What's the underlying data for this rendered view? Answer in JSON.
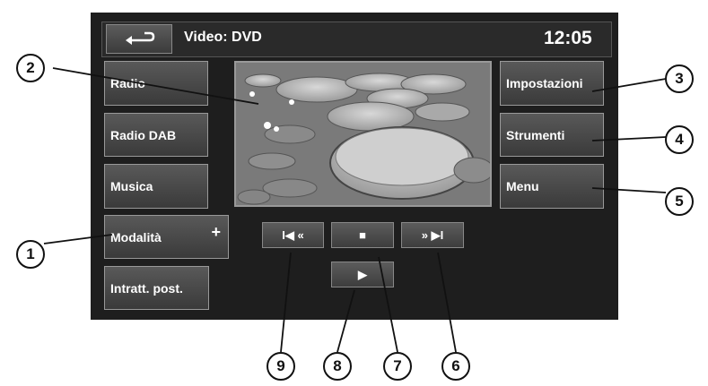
{
  "header": {
    "title": "Video: DVD",
    "clock": "12:05"
  },
  "left_buttons": [
    "Radio",
    "Radio DAB",
    "Musica",
    "Modalità",
    "Intratt. post."
  ],
  "modalita_plus": "+",
  "right_buttons": [
    "Impostazioni",
    "Strumenti",
    "Menu"
  ],
  "controls": {
    "prev": "I◀ «",
    "stop": "■",
    "next": "» ▶I",
    "play": "▶"
  },
  "callouts": [
    "1",
    "2",
    "3",
    "4",
    "5",
    "6",
    "7",
    "8",
    "9"
  ]
}
